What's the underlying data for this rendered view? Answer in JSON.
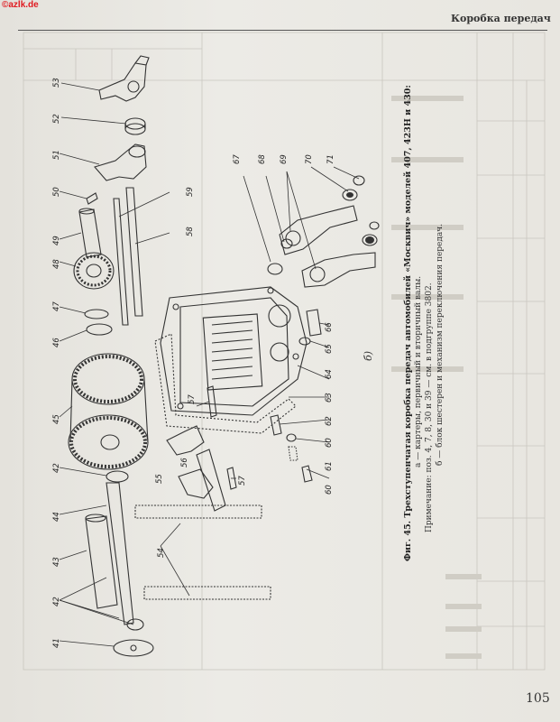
{
  "watermark": "©azlk.de",
  "header": {
    "title": "Коробка передач"
  },
  "page_number": "105",
  "figure": {
    "caption": "Фиг. 45. Трехступенчатая коробка передач автомобилей «Москвич» моделей 407, 423Н и 430:",
    "line_a": "а — картеры, первичный и вторичный валы.",
    "note": "Примечание: поз. 4, 7, 8, 30 и 39 — см. в подгруппе 3802.",
    "line_b": "б — блок шестерен и механизм переключения передач.",
    "sublabel_b": "б)",
    "labels": {
      "l41": "41",
      "l42a": "42",
      "l42b": "42",
      "l43": "43",
      "l44": "44",
      "l45": "45",
      "l46": "46",
      "l47": "47",
      "l48": "48",
      "l49": "49",
      "l50": "50",
      "l51": "51",
      "l52": "52",
      "l53": "53",
      "l54": "54",
      "l55": "55",
      "l56": "56",
      "l57a": "57",
      "l57b": "57",
      "l58": "58",
      "l59": "59",
      "l60a": "60",
      "l60b": "60",
      "l61": "61",
      "l62": "62",
      "l63": "63",
      "l64": "64",
      "l65": "65",
      "l66": "66",
      "l67": "67",
      "l68": "68",
      "l69": "69",
      "l70": "70",
      "l71": "71"
    }
  }
}
